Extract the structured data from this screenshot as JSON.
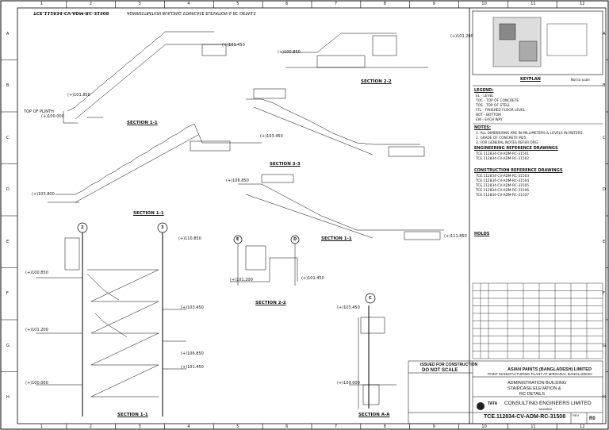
{
  "sheet": {
    "border_numbers": [
      "1",
      "2",
      "3",
      "4",
      "5",
      "6",
      "7",
      "8",
      "9",
      "10",
      "11",
      "12"
    ],
    "border_letters": [
      "A",
      "B",
      "C",
      "D",
      "E",
      "F",
      "G",
      "H"
    ]
  },
  "views": {
    "section_1_1_a": "SECTION 1-1",
    "section_2_2_a": "SECTION 2-2",
    "section_3_3": "SECTION 3-3",
    "section_1_1_b": "SECTION 1-1",
    "section_1_1_c": "SECTION 1-1",
    "section_2_2_b": "SECTION 2-2",
    "section_1_1_plan": "SECTION 1-1",
    "section_a_a": "SECTION A-A",
    "mirror_title": "ADMINISTRATION BUILDING STAIRCASE ELEVATION & RC DETAILS",
    "mirror_docno": "TCE.112834-CV-ADM-RC-31508"
  },
  "levels": {
    "l1": "(+)101.450",
    "l2": "(+)101.200",
    "l3": "(+)100.850",
    "l4": "(+)100.000",
    "l5": "(+)103.450",
    "l6": "(+)106.850",
    "l7": "(+)111.850",
    "l8": "(+)110.850",
    "l9": "(+)103.800",
    "l10": "(+)101.850",
    "fl": "EL",
    "top_of_plinth": "TOP OF PLINTH"
  },
  "gridbubbles": [
    "2",
    "3",
    "E",
    "D",
    "C"
  ],
  "keyplan": {
    "title": "KEYPLAN",
    "note": "Not to scale"
  },
  "legend": {
    "title": "LEGEND:",
    "items": [
      "EL  - LEVEL",
      "TOC - TOP OF CONCRETE",
      "TOS - TOP OF STEEL",
      "FFL - FINISHED FLOOR LEVEL",
      "BOT - BOTTOM",
      "EW  - EACH WAY"
    ]
  },
  "notes": {
    "title": "NOTES:",
    "items": [
      "1. ALL DIMENSIONS ARE IN MILLIMETERS & LEVELS IN METERS.",
      "2. GRADE OF CONCRETE M25.",
      "3. FOR GENERAL NOTES REFER DRG."
    ]
  },
  "eng_ref": {
    "title": "ENGINEERING REFERENCE DRAWINGS",
    "items": [
      "TCE.112834-CV-ADM-RC-31501",
      "TCE.112834-CV-ADM-RC-31502"
    ]
  },
  "const_ref": {
    "title": "CONSTRUCTION REFERENCE DRAWINGS",
    "items": [
      "TCE.112834-CV-ADM-RC-31503",
      "TCE.112834-CV-ADM-RC-31504",
      "TCE.112834-CV-ADM-RC-31505",
      "TCE.112834-CV-ADM-RC-31506",
      "TCE.112834-CV-ADM-RC-31507"
    ]
  },
  "holds": {
    "title": "HOLDS"
  },
  "titleblock": {
    "released": "ISSUED FOR CONSTRUCTION",
    "do_not_scale": "DO NOT SCALE",
    "client": "ASIAN PAINTS (BANGLADESH) LIMITED",
    "project": "PAINT MANUFACTURING PLANT AT MIRSARAI, BANGLADESH",
    "title1": "ADMINISTRATION BUILDING",
    "title2": "STAIRCASE ELEVATION &",
    "title3": "RC DETAILS",
    "consultant": "CONSULTING ENGINEERS LIMITED",
    "city": "MUMBAI",
    "tata": "TATA",
    "doc_no": "TCE.112834-CV-ADM-RC-31508",
    "rev_label": "REV",
    "rev": "R0",
    "sheet": "SHEET"
  }
}
